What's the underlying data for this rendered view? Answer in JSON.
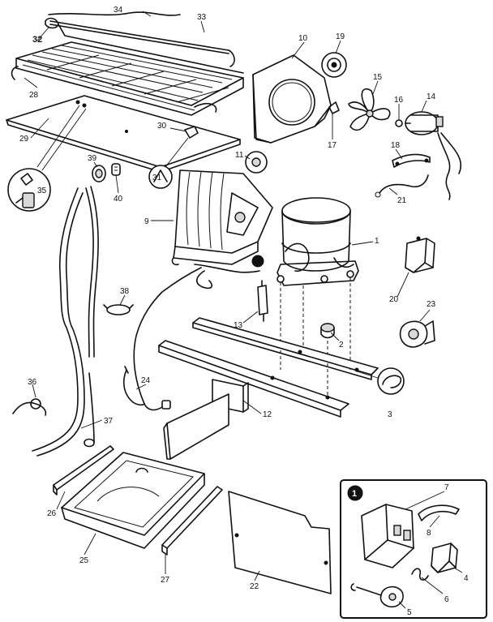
{
  "callouts": {
    "n1": "1",
    "n2": "2",
    "n3": "3",
    "n4": "4",
    "n5": "5",
    "n6": "6",
    "n7": "7",
    "n8": "8",
    "n9": "9",
    "n10": "10",
    "n11": "11",
    "n12": "12",
    "n13": "13",
    "n14": "14",
    "n15": "15",
    "n16": "16",
    "n17": "17",
    "n18": "18",
    "n19": "19",
    "n20": "20",
    "n21": "21",
    "n22": "22",
    "n23": "23",
    "n24": "24",
    "n25": "25",
    "n26": "26",
    "n27": "27",
    "n28": "28",
    "n29": "29",
    "n30": "30",
    "n31": "31",
    "n32": "32",
    "n33": "33",
    "n34": "34",
    "n35": "35",
    "n36": "36",
    "n37": "37",
    "n38": "38",
    "n39": "39",
    "n40": "40"
  },
  "inset": {
    "marker": "1"
  },
  "colors": {
    "line": "#111111",
    "background": "#ffffff"
  }
}
